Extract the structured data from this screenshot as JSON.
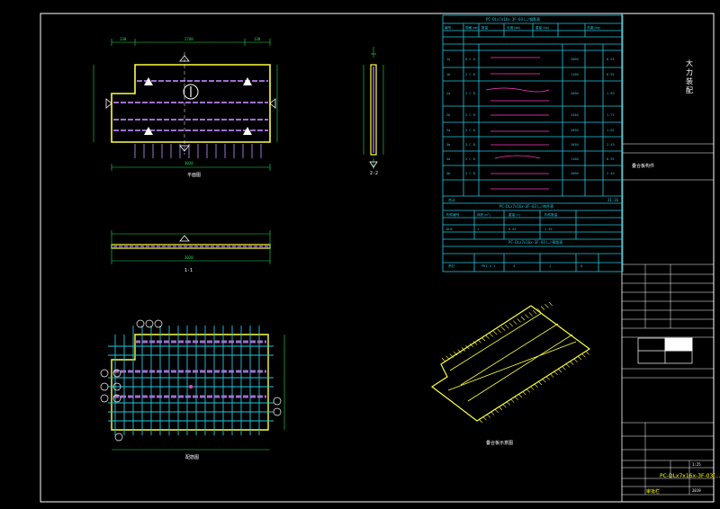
{
  "colors": {
    "background": "#000000",
    "frame": "#ffffff",
    "slab_outline": "#ffff40",
    "rebar": "#9f6fd0",
    "table_line": "#20c8e0",
    "annotation": "#ff3cc8",
    "dimension": "#20e050",
    "stamp_text": "#ffff00"
  },
  "drawing": {
    "plan_view_label": "平面图",
    "section_view_label": "1-1",
    "side_view_label": "2-2",
    "rebar_view_label": "配筋图",
    "iso_view_label": "叠合板示意图",
    "dim_overall": "3020",
    "dim_segments": [
      "130",
      "2760",
      "130"
    ]
  },
  "tables": {
    "rebar_table_title": "PC-DLx7x16x-3F-03(…)钢筋表",
    "rebar_headers": [
      "编号",
      "规格(mm)",
      "数量",
      "长度(mm)",
      "重量(kg)",
      "总重(kg)"
    ],
    "rebar_rows": [
      {
        "id": "1a",
        "spec": "8 C 8",
        "len": "2060",
        "wt": "6.51"
      },
      {
        "id": "1b",
        "spec": "2 C 8",
        "len": "1160",
        "wt": "0.91"
      },
      {
        "id": "2a",
        "spec": "2 C 8",
        "len": "2060",
        "wt": "1.63"
      },
      {
        "id": "2b",
        "spec": "3 C 8",
        "len": "1440",
        "wt": "1.71"
      },
      {
        "id": "3a",
        "spec": "2 C 8",
        "len": "2050",
        "wt": "1.62"
      },
      {
        "id": "3b",
        "spec": "3 C 8",
        "len": "2050",
        "wt": "2.43"
      },
      {
        "id": "4a",
        "spec": "2 C 8",
        "len": "1160",
        "wt": "0.91"
      },
      {
        "id": "4b",
        "spec": "3 C 8",
        "len": "2060",
        "wt": "2.44"
      }
    ],
    "total_row_label": "合计",
    "total_value": "21.16",
    "concrete_table_title": "PC-DLx7x16x-3F-03(…)构件表",
    "concrete_headers": [
      "构件编号",
      "体积(m³)",
      "重量(t)",
      "构件数量"
    ],
    "concrete_rows": [
      [
        "DLB",
        "1",
        "0.62",
        "1.55"
      ]
    ],
    "part_table_title": "PC-DLx7x16x-3F-03(…)预埋表",
    "part_row": [
      "吊钉",
      "PH1.3-1",
      "4",
      "1",
      "0"
    ]
  },
  "title_block": {
    "company_vertical": "大力装配",
    "project_label": "叠合板构件",
    "drawing_name": "PC-DLx7x16x-3F-03(…)详图",
    "scale": "1:25",
    "drawing_no": "2019",
    "stamp": "审批栏"
  }
}
